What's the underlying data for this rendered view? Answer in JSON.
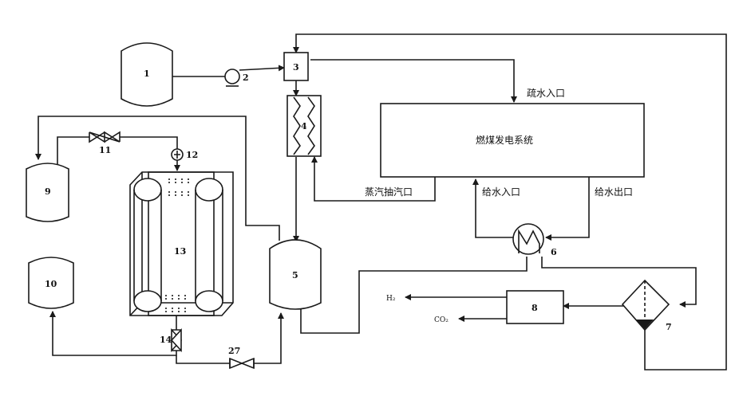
{
  "components": {
    "c1": "1",
    "c2": "2",
    "c3": "3",
    "c4": "4",
    "c5": "5",
    "c6": "6",
    "c7": "7",
    "c8": "8",
    "c9": "9",
    "c10": "10",
    "c11": "11",
    "c12": "12",
    "c13": "13",
    "c14": "14",
    "c27": "27"
  },
  "labels": {
    "power_system": "燃煤发电系统",
    "drain_inlet": "疏水入口",
    "steam_extraction": "蒸汽抽汽口",
    "feedwater_inlet": "给水入口",
    "feedwater_outlet": "给水出口",
    "h2_out": "H₂",
    "co2_out": "CO₂"
  }
}
